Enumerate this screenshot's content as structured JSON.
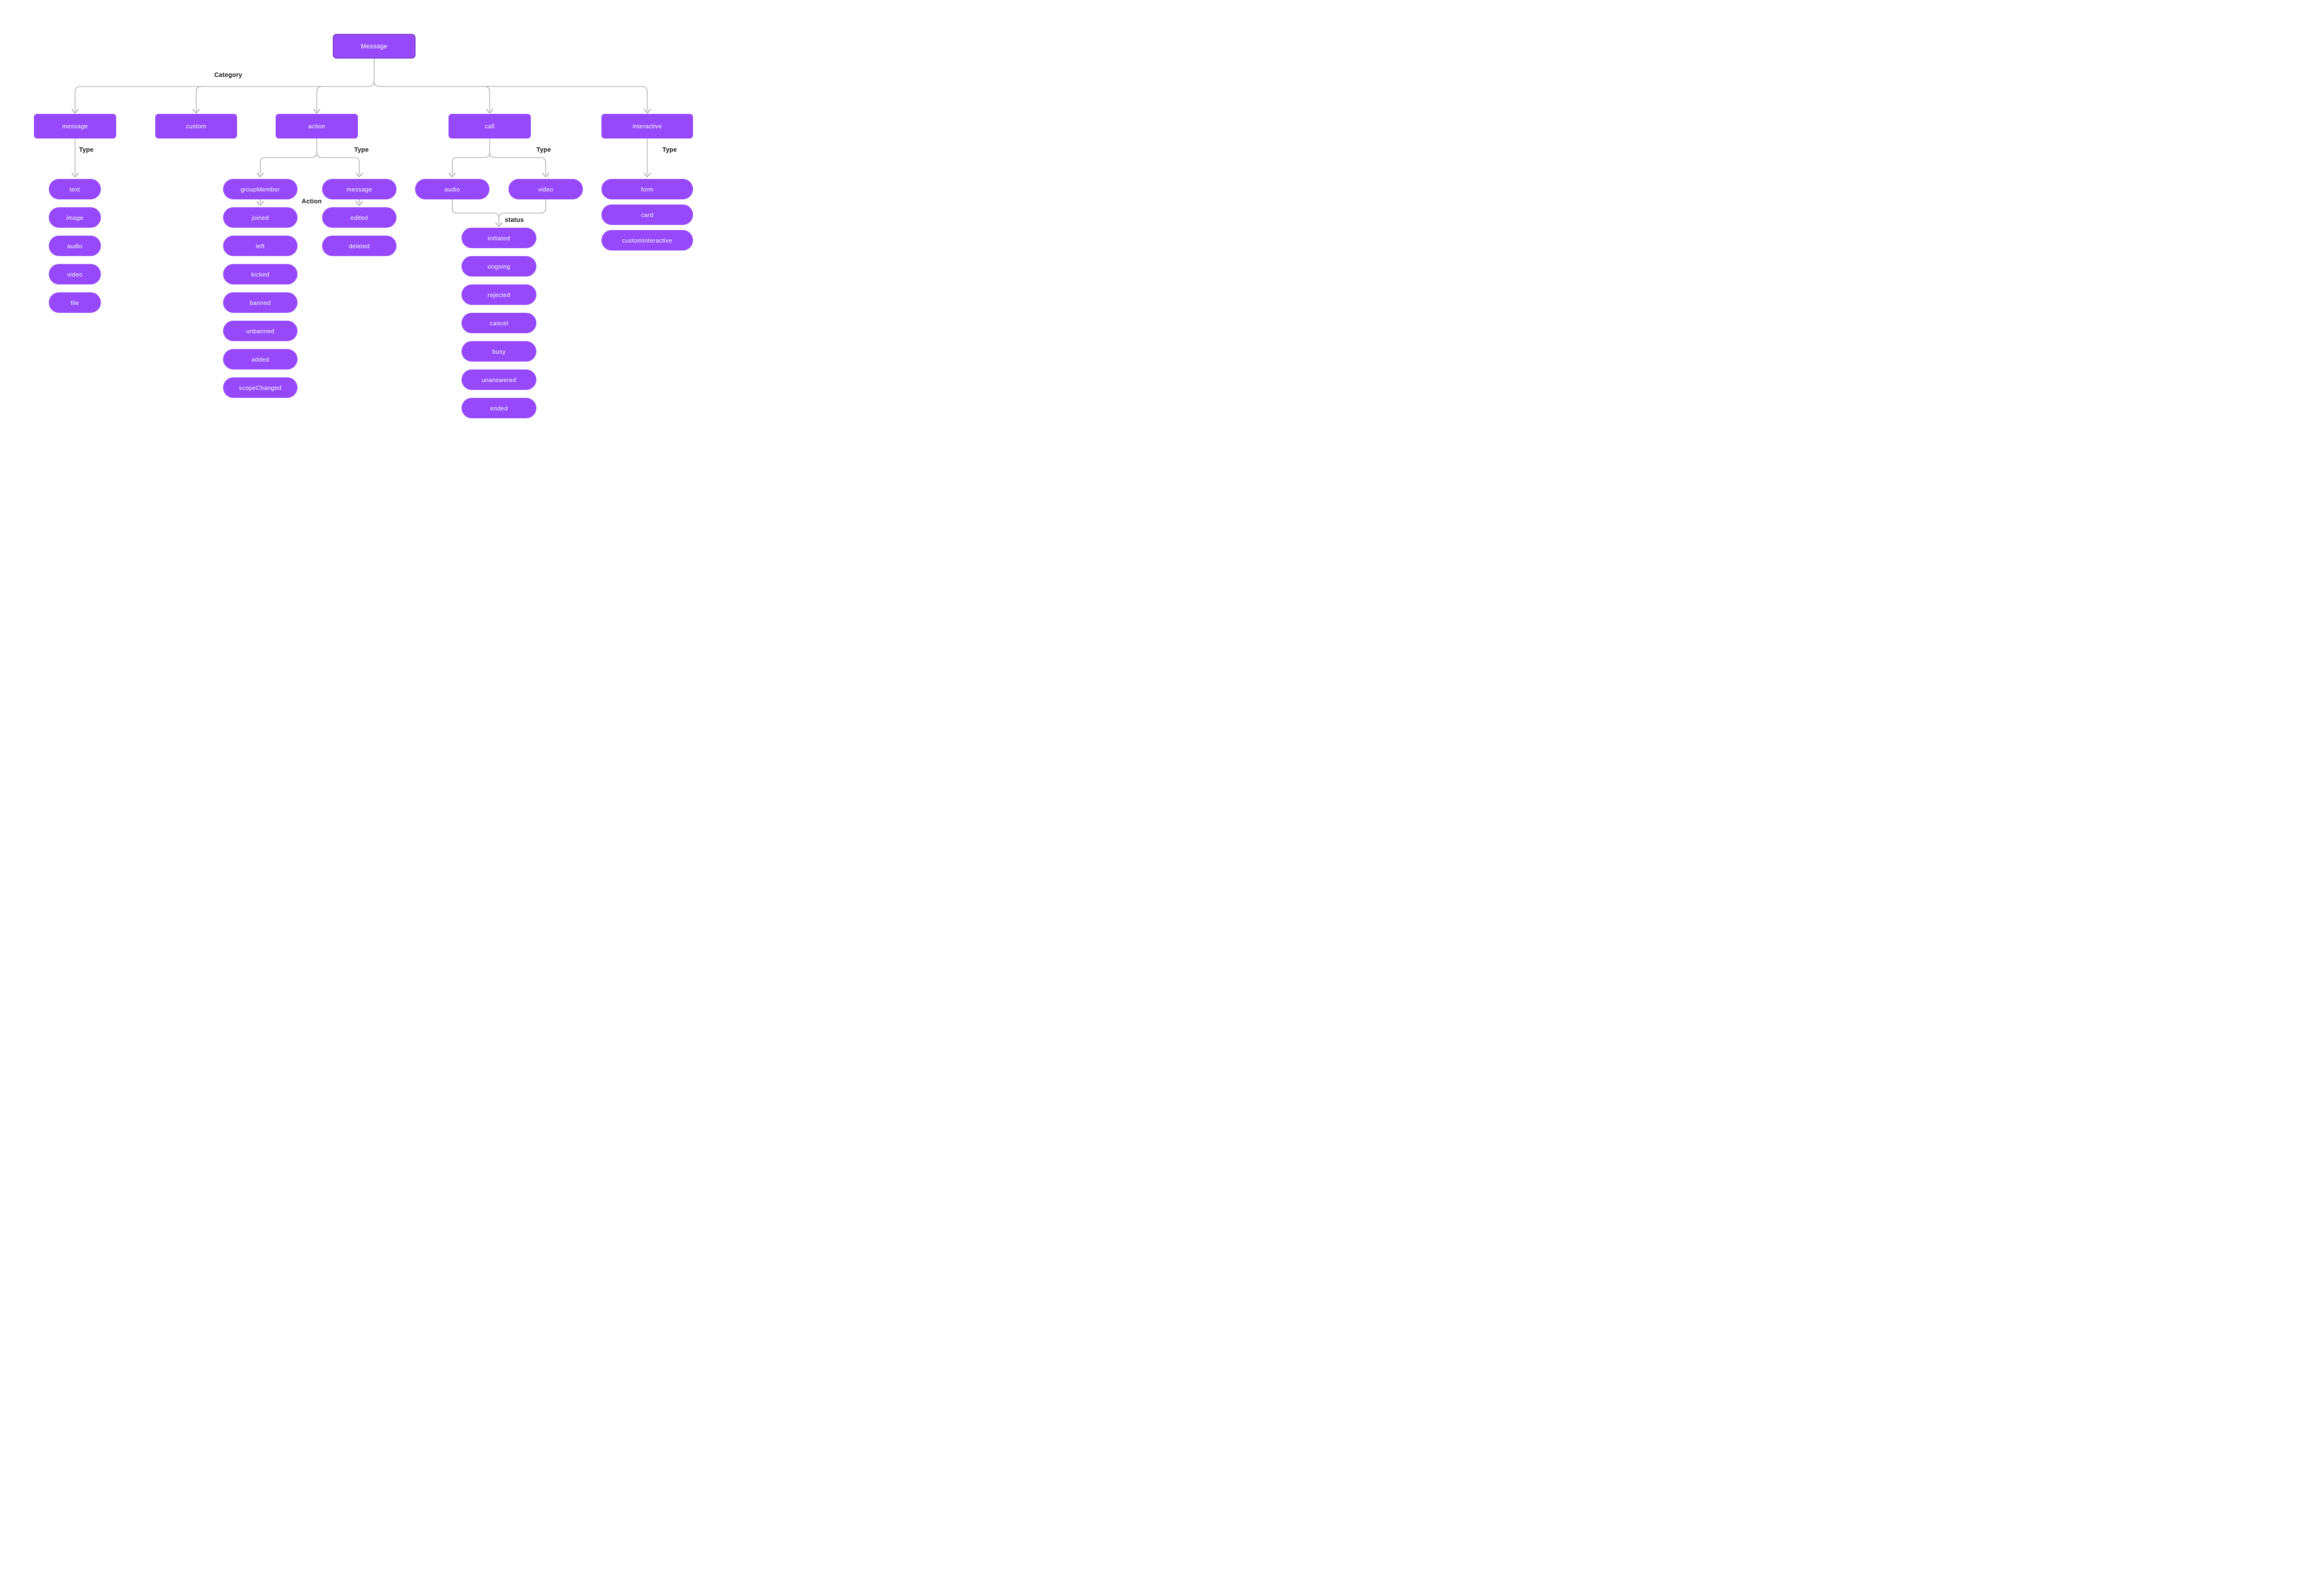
{
  "diagram": {
    "root": "Message",
    "edge_labels": {
      "category": "Category",
      "type": "Type",
      "action": "Action",
      "status": "status"
    },
    "categories": [
      "message",
      "custom",
      "action",
      "call",
      "interactive"
    ],
    "branches": {
      "message": {
        "types": [
          "text",
          "image",
          "audio",
          "video",
          "file"
        ]
      },
      "action": {
        "types": [
          "groupMember",
          "message"
        ],
        "group_member_actions": [
          "joined",
          "left",
          "kicked",
          "banned",
          "unbanned",
          "added",
          "scopeChanged"
        ],
        "message_actions": [
          "edited",
          "deleted"
        ]
      },
      "call": {
        "types": [
          "audio",
          "video"
        ],
        "statuses": [
          "initiated",
          "ongoing",
          "rejected",
          "cancel",
          "busy",
          "unanswered",
          "ended"
        ]
      },
      "interactive": {
        "types": [
          "form",
          "card",
          "customInteractive"
        ]
      }
    }
  },
  "colors": {
    "node_fill": "#9549FB",
    "node_text": "#FFFFFF",
    "root_border": "#7A38C9",
    "connector": "#AFAFAF",
    "edge_label_text": "#141414",
    "background": "#FFFFFF"
  }
}
